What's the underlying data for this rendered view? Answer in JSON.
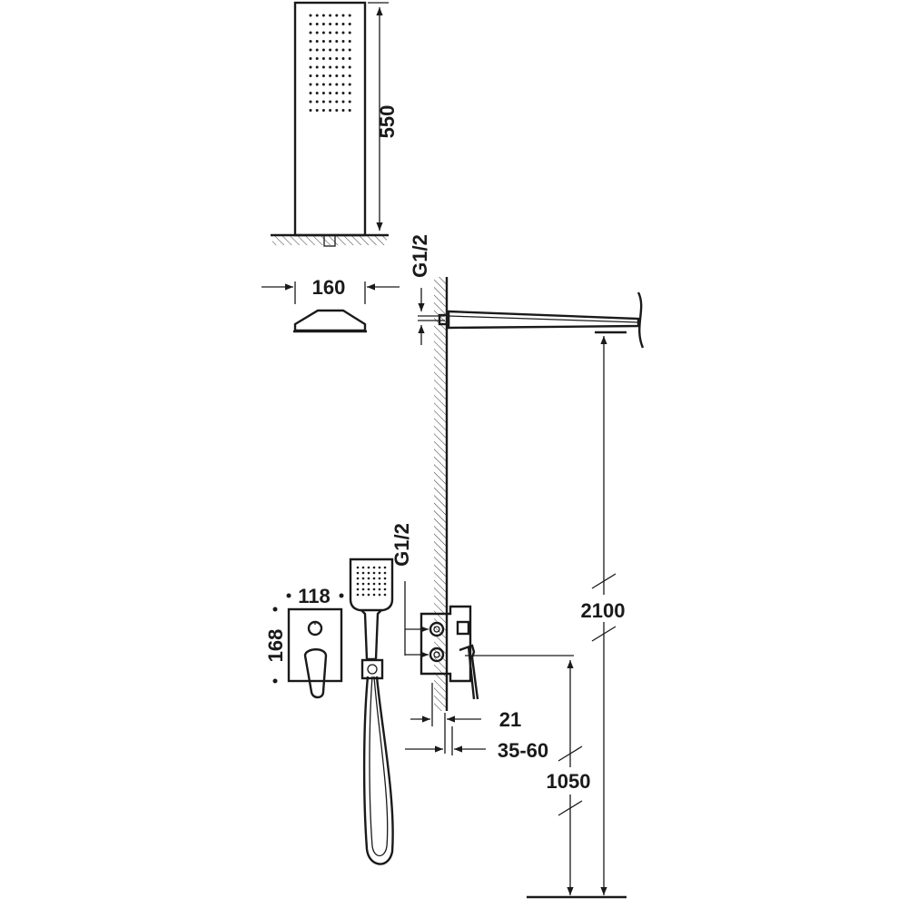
{
  "dimensions": {
    "hand_shower_length": "550",
    "hand_shower_width": "160",
    "thread_top": "G1/2",
    "thread_mixer": "G1/2",
    "shower_height": "2100",
    "mixer_height": "1050",
    "plate_width": "118",
    "plate_height": "168",
    "plate_depth": "21",
    "embed_depth": "35-60"
  },
  "colors": {
    "line": "#1a1a1a",
    "background": "#ffffff"
  }
}
